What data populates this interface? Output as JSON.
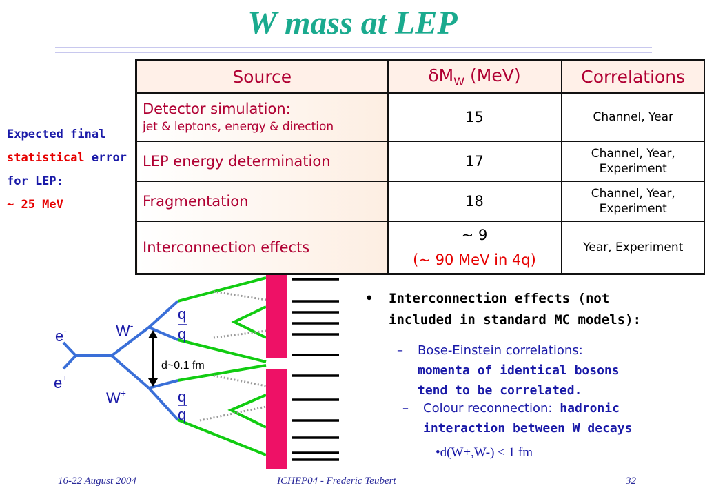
{
  "title": "W mass at LEP",
  "table": {
    "headers": {
      "source": "Source",
      "delta_prefix": "δM",
      "delta_sub": "W",
      "delta_suffix": " (MeV)",
      "correlations": "Correlations"
    },
    "rows": [
      {
        "source": "Detector simulation:",
        "source_sub": "jet & leptons, energy & direction",
        "value": "15",
        "corr1": "Channel, Year",
        "corr2": ""
      },
      {
        "source": "LEP energy determination",
        "value": "17",
        "corr1": "Channel, Year,",
        "corr2": "Experiment"
      },
      {
        "source": "Fragmentation",
        "value": "18",
        "corr1": "Channel, Year,",
        "corr2": "Experiment"
      },
      {
        "source": "Interconnection effects",
        "value": "~ 9",
        "value_sub": "(~ 90 MeV in 4q)",
        "corr1": "Year, Experiment",
        "corr2": ""
      }
    ]
  },
  "side_note": {
    "line1": "Expected final",
    "line2a": "statistical",
    "line2b": " error",
    "line3": "for LEP:",
    "line4": "~ 25 MeV"
  },
  "diagram": {
    "e_minus": "e",
    "e_minus_sup": "-",
    "e_plus": "e",
    "e_plus_sup": "+",
    "w_minus": "W",
    "w_minus_sup": "-",
    "w_plus": "W",
    "w_plus_sup": "+",
    "q": "q",
    "qbar": "q",
    "distance": "d~0.1 fm"
  },
  "bullets": {
    "main_dot": "•",
    "main_line1": "Interconnection effects (not",
    "main_line2": "included in standard MC models):",
    "dash": "–",
    "be_label": "Bose-Einstein correlations:",
    "be_line2": "momenta of identical bosons",
    "be_line3": "tend to be correlated.",
    "cr_label": "Colour reconnection:",
    "cr_bold": " hadronic",
    "cr_line2": "interaction between W decays",
    "sub_dot": "•",
    "sub_text": "d(W+,W-) < 1 fm"
  },
  "footer": {
    "date": "16-22 August 2004",
    "event": "ICHEP04 - Frederic Teubert",
    "page": "32"
  },
  "colors": {
    "title": "#1aaa8e",
    "table_text": "#b00033",
    "blue_text": "#1a1aa8",
    "red_text": "#e60000",
    "w_lines": "#3a6fd8",
    "quark_lines": "#11cc11",
    "gluon": "#9a9a9a",
    "bar": "#ee1166"
  }
}
